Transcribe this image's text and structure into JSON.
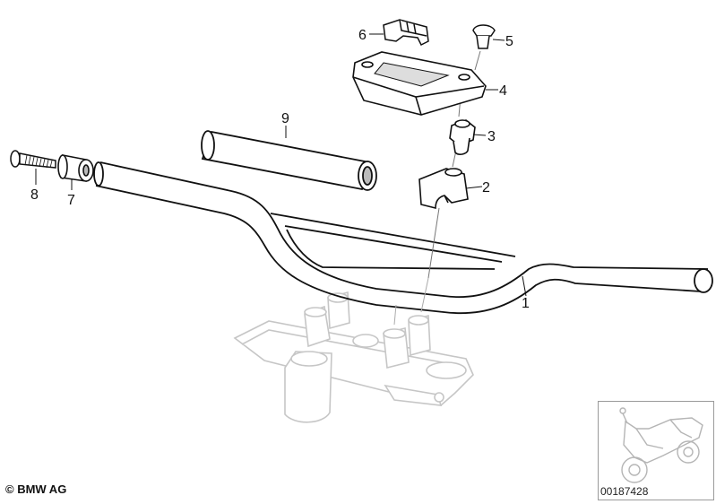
{
  "callouts": [
    {
      "id": "1",
      "label": "1"
    },
    {
      "id": "2",
      "label": "2"
    },
    {
      "id": "3",
      "label": "3"
    },
    {
      "id": "4",
      "label": "4"
    },
    {
      "id": "5",
      "label": "5"
    },
    {
      "id": "6",
      "label": "6"
    },
    {
      "id": "7",
      "label": "7"
    },
    {
      "id": "8",
      "label": "8"
    },
    {
      "id": "9",
      "label": "9"
    }
  ],
  "copyright": "© BMW AG",
  "image_id": "00187428",
  "colors": {
    "line": "#111111",
    "ghost": "#c9c9c9",
    "fill": "#ffffff"
  }
}
